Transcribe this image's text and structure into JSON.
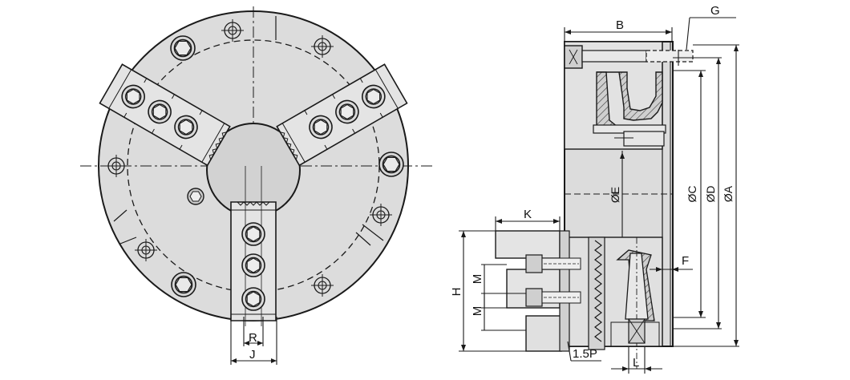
{
  "labels": {
    "R": "R",
    "J": "J",
    "B": "B",
    "G": "G",
    "K": "K",
    "H": "H",
    "M_upper": "M",
    "M_lower": "M",
    "F": "F",
    "L": "L",
    "pitch": "1.5P",
    "dia_E": "ØE",
    "dia_C": "ØC",
    "dia_D": "ØD",
    "dia_A": "ØA"
  },
  "colors": {
    "line": "#1a1a1a",
    "body_fill": "#dcdcdc",
    "jaw_fill": "#e4e4e4",
    "bore_fill": "#d2d2d2",
    "dark_fill": "#b9b9b9",
    "background": "#ffffff"
  }
}
